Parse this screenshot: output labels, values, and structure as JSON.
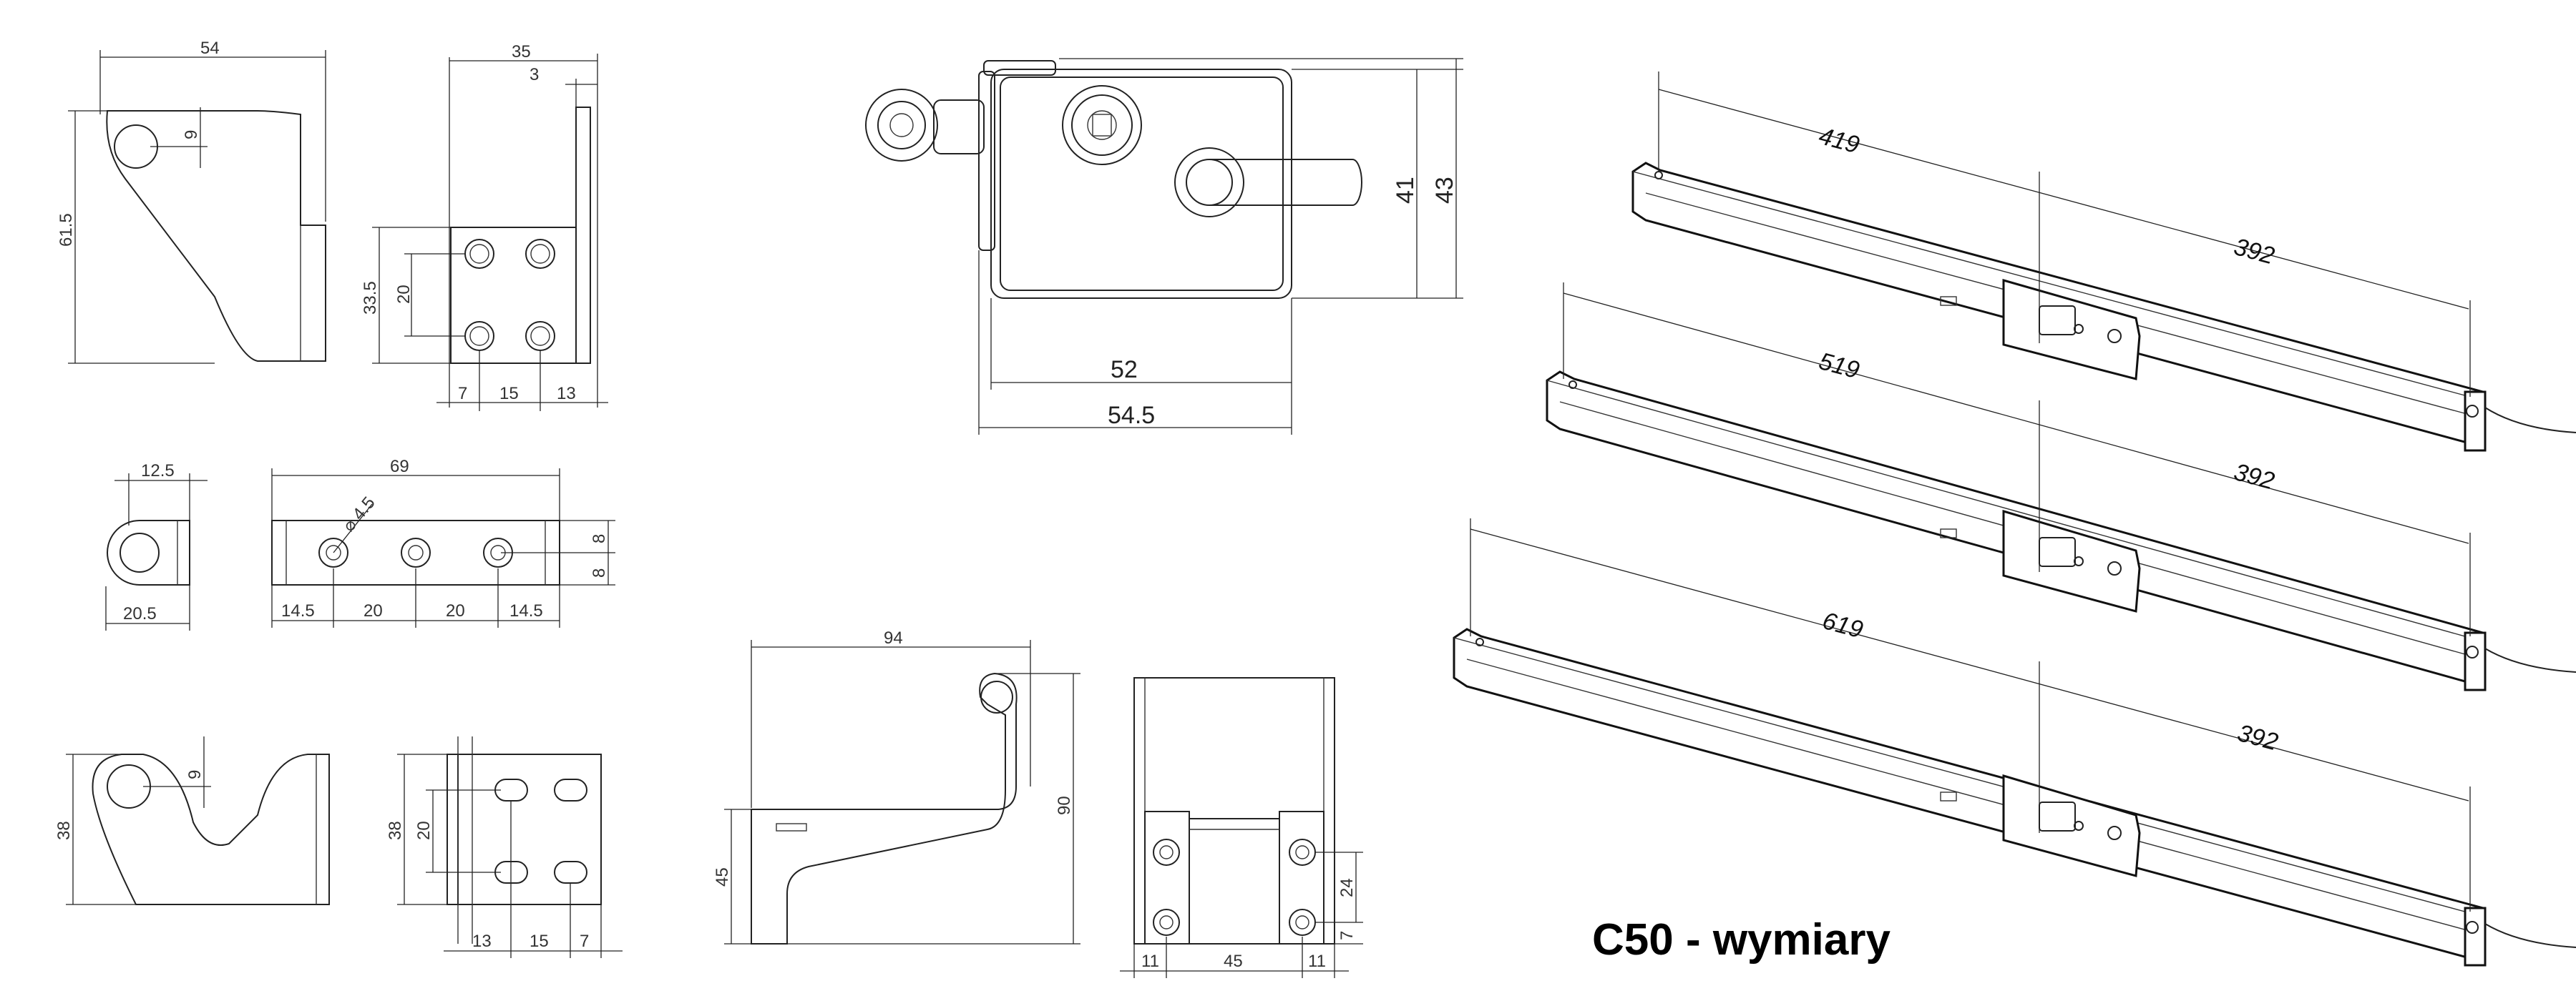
{
  "title": "C50 - wymiary",
  "labels": {
    "tl_width": "54",
    "tl_hole_offset": "9",
    "tl_height": "61.5",
    "tr_width": "35",
    "tr_thickness": "3",
    "tr_height": "33.5",
    "tr_spacing": "20",
    "tr_b1": "7",
    "tr_b2": "15",
    "tr_b3": "13",
    "mid_side_w": "12.5",
    "mid_side_b": "20.5",
    "mid_top_w": "69",
    "mid_diam": "⌀ 4.5",
    "mid_h1": "8",
    "mid_h2": "8",
    "mid_b1": "14.5",
    "mid_b2": "20",
    "mid_b3": "20",
    "mid_b4": "14.5",
    "bl_offset": "9",
    "bl_height": "38",
    "bf_height": "38",
    "bf_spacing": "20",
    "bf_b1": "13",
    "bf_b2": "15",
    "bf_b3": "7",
    "lock_h1": "41",
    "lock_h2": "43",
    "lock_w1": "52",
    "lock_w2": "54.5",
    "bb_width": "94",
    "bb_height": "90",
    "bb_left": "45",
    "bp_right": "24",
    "bp_small": "7",
    "bp_b1": "11",
    "bp_b2": "45",
    "bp_b3": "11",
    "rail1_total": "419",
    "rail1_part": "392",
    "rail2_total": "519",
    "rail2_part": "392",
    "rail3_total": "619",
    "rail3_part": "392"
  }
}
